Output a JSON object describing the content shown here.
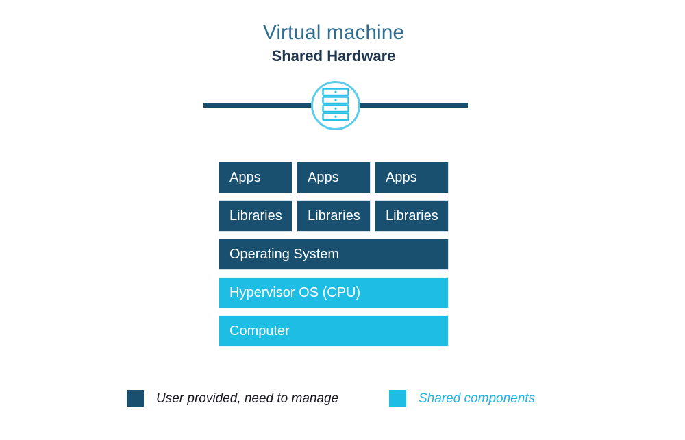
{
  "title": "Virtual machine",
  "subtitle": "Shared Hardware",
  "colors": {
    "dark_navy": "#19506f",
    "cyan": "#1dbde4",
    "line_navy": "#174e6e",
    "circle_cyan": "#5bcdea",
    "icon_cyan": "#29c2e6",
    "title_blue": "#2f6e91",
    "subtitle_navy": "#22374e",
    "legend_dark_text": "#1a1a22",
    "legend_cyan_text": "#24b3e4"
  },
  "icons": {
    "server": "server-stack-icon"
  },
  "stack": {
    "apps": [
      "Apps",
      "Apps",
      "Apps"
    ],
    "libraries": [
      "Libraries",
      "Libraries",
      "Libraries"
    ],
    "full_rows": [
      {
        "label": "Operating System",
        "type": "dark"
      },
      {
        "label": "Hypervisor OS (CPU)",
        "type": "cyan"
      },
      {
        "label": "Computer",
        "type": "cyan"
      }
    ]
  },
  "legend": {
    "items": [
      {
        "label": "User provided, need to manage",
        "swatch_color": "#19506f"
      },
      {
        "label": "Shared components",
        "swatch_color": "#1dbde4"
      }
    ]
  }
}
